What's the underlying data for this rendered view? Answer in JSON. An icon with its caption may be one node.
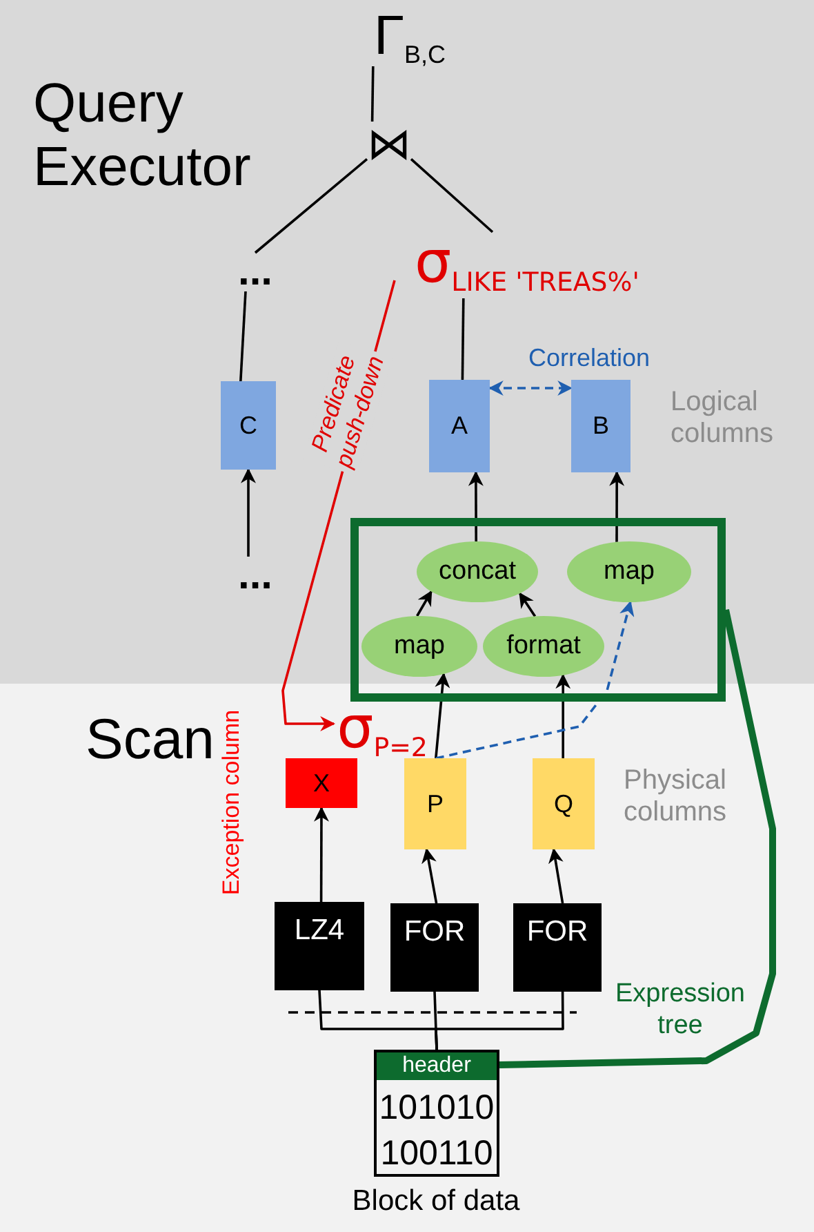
{
  "diagram": {
    "nodes": [
      {
        "text": [
          "Γ$_{B,C}$"
        ]
      },
      {
        "text": [
          "⋈"
        ]
      },
      {
        "text": [
          "..."
        ]
      },
      {
        "text": [
          "σ$_{LIKE 'TREAS%'}$"
        ]
      },
      {
        "text": [
          "C"
        ]
      },
      {
        "text": [
          "A"
        ]
      },
      {
        "text": [
          "B"
        ]
      },
      {
        "text": [
          "..."
        ]
      },
      {
        "text": [],
        "shape": "box"
      },
      {
        "text": [
          "concat"
        ],
        "in": 8
      },
      {
        "text": [
          "map"
        ],
        "in": 8
      },
      {
        "text": [
          "map"
        ],
        "in": 8
      },
      {
        "text": [
          "format"
        ],
        "in": 8
      },
      {
        "text": [
          "σ$_{P=2}$"
        ]
      },
      {
        "text": [
          "X"
        ],
        "beside": [
          "Exception column"
        ]
      },
      {
        "text": [
          "P"
        ]
      },
      {
        "text": [
          "Q"
        ]
      },
      {
        "text": [
          "LZ4"
        ]
      },
      {
        "text": [
          "FOR"
        ]
      },
      {
        "text": [
          "FOR"
        ]
      },
      {
        "text": [
          "header",
          "101010 100110"
        ],
        "beside": [
          "Block of data"
        ]
      }
    ],
    "edges": [
      {
        "from": 1,
        "to": 0,
        "arrow": "none"
      },
      {
        "from": 2,
        "to": 1,
        "arrow": "none"
      },
      {
        "from": 3,
        "to": 1,
        "arrow": "none"
      },
      {
        "from": 4,
        "to": 2,
        "arrow": "none"
      },
      {
        "from": 5,
        "to": 3,
        "arrow": "none"
      },
      {
        "from": 5,
        "to": 6,
        "arrow": "both",
        "label": "Correlation",
        "style": "dashed",
        "color": "#1f5fb0"
      },
      {
        "from": 7,
        "to": 4,
        "arrow": "to"
      },
      {
        "from": 9,
        "to": 5,
        "arrow": "to"
      },
      {
        "from": 10,
        "to": 6,
        "arrow": "to"
      },
      {
        "from": 11,
        "to": 9,
        "arrow": "to"
      },
      {
        "from": 12,
        "to": 9,
        "arrow": "to"
      },
      {
        "from": 15,
        "to": 11,
        "arrow": "to"
      },
      {
        "from": 16,
        "to": 12,
        "arrow": "to"
      },
      {
        "from": 15,
        "to": 10,
        "arrow": "to",
        "style": "dashed",
        "color": "#1f5fb0"
      },
      {
        "from": 3,
        "to": 13,
        "arrow": "to",
        "label": "Predicate push-down",
        "color": "#e00000"
      },
      {
        "from": 17,
        "to": 14,
        "arrow": "to"
      },
      {
        "from": 18,
        "to": 15,
        "arrow": "to"
      },
      {
        "from": 19,
        "to": 16,
        "arrow": "to"
      },
      {
        "from": 20,
        "to": 17,
        "arrow": "none"
      },
      {
        "from": 20,
        "to": 18,
        "arrow": "none"
      },
      {
        "from": 20,
        "to": 19,
        "arrow": "none"
      },
      {
        "from": 20,
        "to": 8,
        "arrow": "none",
        "label": "Expression tree",
        "style": "thick",
        "color": "#0d6b2e"
      }
    ],
    "labels": [
      "Query Executor",
      "Logical columns",
      "Scan",
      "Physical columns"
    ]
  }
}
